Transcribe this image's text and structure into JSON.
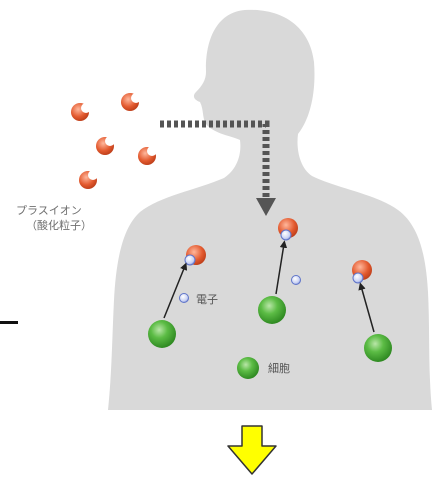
{
  "labels": {
    "plus_ion": "プラスイオン",
    "plus_ion_sub": "（酸化粒子）",
    "electron": "電子",
    "cell": "細胞"
  },
  "icons": [
    "human-silhouette",
    "plus-ion",
    "electron",
    "cell",
    "down-arrow"
  ],
  "colors": {
    "silhouette": "#d9d9d9",
    "plus_ion": "#e0502a",
    "electron": "#7a8fd6",
    "cell": "#4fae3c",
    "arrow_dotted": "#555555",
    "down_arrow_fill": "#ffff00"
  }
}
